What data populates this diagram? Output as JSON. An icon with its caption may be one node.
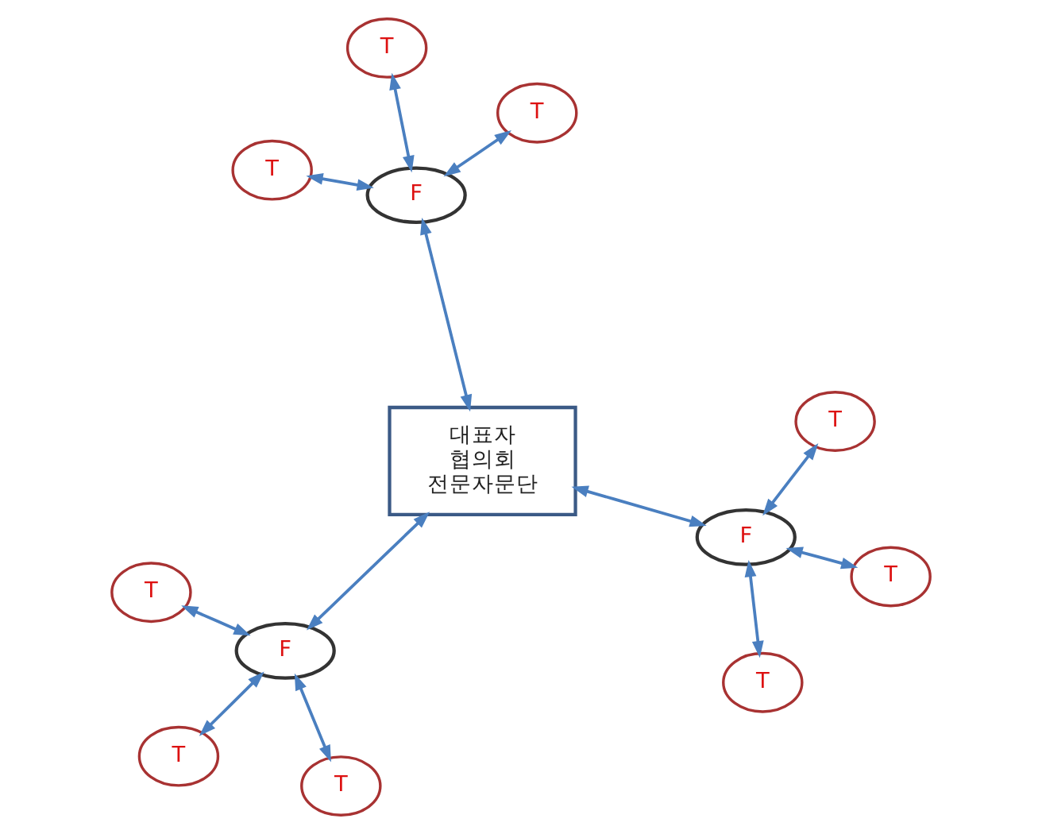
{
  "diagram": {
    "nodes": [
      {
        "text": [
          "대표자",
          "협의회",
          "전문자문단"
        ]
      },
      {
        "text": [
          "F"
        ]
      },
      {
        "text": [
          "T"
        ]
      },
      {
        "text": [
          "T"
        ]
      },
      {
        "text": [
          "T"
        ]
      },
      {
        "text": [
          "F"
        ]
      },
      {
        "text": [
          "T"
        ]
      },
      {
        "text": [
          "T"
        ]
      },
      {
        "text": [
          "T"
        ]
      },
      {
        "text": [
          "F"
        ]
      },
      {
        "text": [
          "T"
        ]
      },
      {
        "text": [
          "T"
        ]
      },
      {
        "text": [
          "T"
        ]
      }
    ],
    "edges": [
      {
        "from": 0,
        "to": 1,
        "arrow": "both"
      },
      {
        "from": 1,
        "to": 2,
        "arrow": "both"
      },
      {
        "from": 1,
        "to": 3,
        "arrow": "both"
      },
      {
        "from": 1,
        "to": 4,
        "arrow": "both"
      },
      {
        "from": 0,
        "to": 5,
        "arrow": "both"
      },
      {
        "from": 5,
        "to": 6,
        "arrow": "both"
      },
      {
        "from": 5,
        "to": 7,
        "arrow": "both"
      },
      {
        "from": 5,
        "to": 8,
        "arrow": "both"
      },
      {
        "from": 0,
        "to": 9,
        "arrow": "both"
      },
      {
        "from": 9,
        "to": 10,
        "arrow": "both"
      },
      {
        "from": 9,
        "to": 11,
        "arrow": "both"
      },
      {
        "from": 9,
        "to": 12,
        "arrow": "both"
      }
    ]
  }
}
